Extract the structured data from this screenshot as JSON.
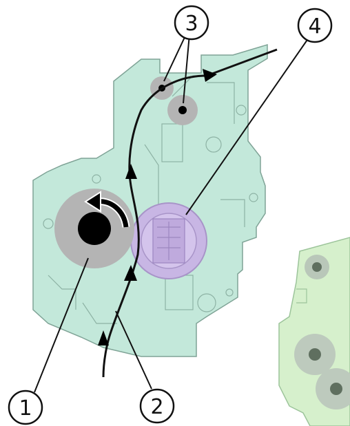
{
  "colors": {
    "housing": "#c3e8da",
    "housing_outline": "#7fa396",
    "roller": "#b4b4b4",
    "roller_hub": "#000000",
    "gear": "#c8b6e4",
    "right_part": "#d6f0cc",
    "paper_path": "#111111",
    "callout_line": "#111111"
  },
  "icons": {
    "rotation": "curved-arrow-icon",
    "paper_direction": "arrow-head-icon"
  },
  "callouts": [
    {
      "id": "roller",
      "label": "1"
    },
    {
      "id": "paper-path",
      "label": "2"
    },
    {
      "id": "guide-rollers",
      "label": "3"
    },
    {
      "id": "gear",
      "label": "4"
    }
  ]
}
